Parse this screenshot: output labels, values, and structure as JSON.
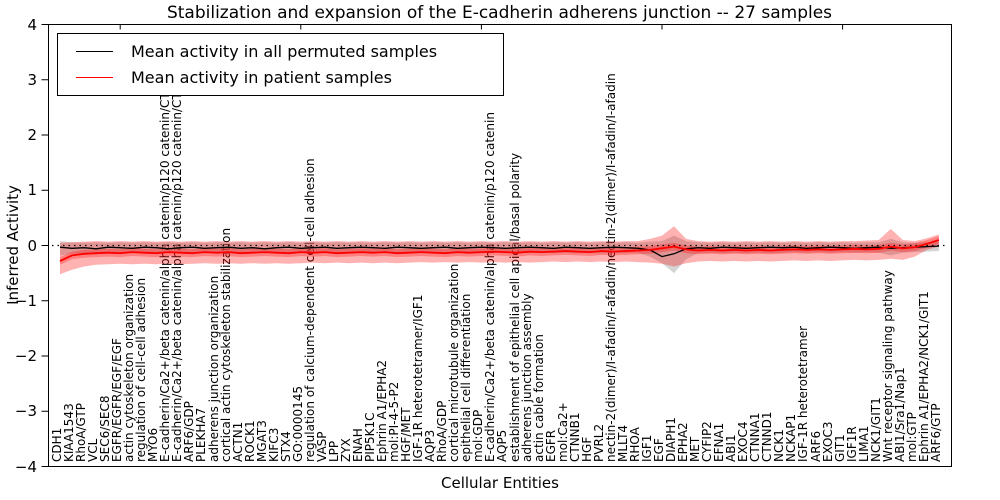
{
  "title": "Stabilization and expansion of the E-cadherin adherens junction -- 27 samples",
  "axes": {
    "ylabel": "Inferred Activity",
    "xlabel": "Cellular Entities",
    "yticks": [
      4,
      3,
      2,
      1,
      0,
      -1,
      -2,
      -3,
      -4
    ],
    "ylim": [
      -4,
      4
    ]
  },
  "legend": {
    "items": [
      {
        "label": "Mean activity in all permuted samples",
        "color": "#000000"
      },
      {
        "label": "Mean activity in patient samples",
        "color": "#ff0000"
      }
    ]
  },
  "chart_data": {
    "type": "line",
    "title": "Stabilization and expansion of the E-cadherin adherens junction -- 27 samples",
    "xlabel": "Cellular Entities",
    "ylabel": "Inferred Activity",
    "ylim": [
      -4,
      4
    ],
    "grid": false,
    "zero_line": true,
    "legend_position": "upper left",
    "categories": [
      "CDH1",
      "KIAA1543",
      "RhoA/GTP",
      "VCL",
      "SEC6/SEC8",
      "EGFR/EGFR/EGF/EGF",
      "actin cytoskeleton organization",
      "regulation of cell-cell adhesion",
      "MYO6",
      "E-cadherin/Ca2+/beta catenin/alpha catenin/p120 catenin/CTNNA1/JUP",
      "E-cadherin/Ca2+/beta catenin/alpha catenin/p120 catenin/CTNNA1/JUP",
      "ARF6/GDP",
      "PLEKHA7",
      "adherens junction organization",
      "cortical actin cytoskeleton stabilization",
      "ACTN1",
      "ROCK1",
      "MGAT3",
      "KIFC3",
      "STX4",
      "GO:0000145",
      "regulation of calcium-dependent cell-cell adhesion",
      "VASP",
      "LPP",
      "ZYX",
      "ENAH",
      "PIP5K1C",
      "Ephrin A1/EPHA2",
      "mol:PI-4-5-P2",
      "HGF/MET",
      "IGF-1R heterotetramer/IGF1",
      "AQP3",
      "RhoA/GDP",
      "cortical microtubule organization",
      "epithelial cell differentiation",
      "mol:GDP",
      "E-cadherin/Ca2+/beta catenin/alpha catenin/p120 catenin",
      "AQP5",
      "establishment of epithelial cell apical/basal polarity",
      "adherens junction assembly",
      "actin cable formation",
      "EGFR",
      "mol:Ca2+",
      "CTNNB1",
      "HGF",
      "PVRL2",
      "nectin-2(dimer)/I-afadin/I-afadin/nectin-2(dimer)/I-afadin/I-afadin",
      "MLLT4",
      "RHOA",
      "IGF1",
      "EGF",
      "DIAPH1",
      "EPHA2",
      "MET",
      "CYFIP2",
      "EFNA1",
      "ABI1",
      "EXOC4",
      "CTNNA1",
      "CTNND1",
      "NCK1",
      "NCKAP1",
      "IGF-1R heterotetramer",
      "ARF6",
      "EXOC3",
      "GIT1",
      "IGF1R",
      "LIMA1",
      "NCK1/GIT1",
      "Wnt receptor signaling pathway",
      "ABI1/Sra1/Nap1",
      "mol:GTP",
      "Ephrin A1/EPHA2/NCK1/GIT1",
      "ARF6/GTP"
    ],
    "series": [
      {
        "name": "Mean activity in all permuted samples",
        "color": "#000000",
        "values": [
          -0.03,
          -0.05,
          -0.04,
          -0.06,
          -0.03,
          -0.04,
          -0.05,
          -0.03,
          -0.04,
          -0.06,
          -0.04,
          -0.03,
          -0.05,
          -0.04,
          -0.03,
          -0.05,
          -0.04,
          -0.06,
          -0.04,
          -0.03,
          -0.05,
          -0.04,
          -0.03,
          -0.05,
          -0.04,
          -0.03,
          -0.04,
          -0.05,
          -0.03,
          -0.04,
          -0.05,
          -0.04,
          -0.03,
          -0.05,
          -0.04,
          -0.03,
          -0.04,
          -0.05,
          -0.04,
          -0.03,
          -0.04,
          -0.05,
          -0.03,
          -0.04,
          -0.05,
          -0.04,
          -0.03,
          -0.04,
          -0.05,
          -0.08,
          -0.2,
          -0.15,
          -0.06,
          -0.04,
          -0.05,
          -0.03,
          -0.04,
          -0.05,
          -0.04,
          -0.03,
          -0.04,
          -0.03,
          -0.05,
          -0.04,
          -0.03,
          -0.04,
          -0.05,
          -0.04,
          -0.03,
          -0.05,
          -0.04,
          -0.03,
          -0.02,
          -0.01
        ]
      },
      {
        "name": "Mean activity in patient samples",
        "color": "#ff0000",
        "values": [
          -0.28,
          -0.18,
          -0.15,
          -0.14,
          -0.13,
          -0.14,
          -0.12,
          -0.13,
          -0.14,
          -0.12,
          -0.13,
          -0.14,
          -0.12,
          -0.13,
          -0.12,
          -0.14,
          -0.13,
          -0.12,
          -0.13,
          -0.14,
          -0.12,
          -0.13,
          -0.12,
          -0.14,
          -0.13,
          -0.12,
          -0.13,
          -0.12,
          -0.14,
          -0.13,
          -0.12,
          -0.13,
          -0.14,
          -0.12,
          -0.13,
          -0.12,
          -0.11,
          -0.12,
          -0.13,
          -0.11,
          -0.12,
          -0.11,
          -0.1,
          -0.11,
          -0.12,
          -0.1,
          -0.11,
          -0.1,
          -0.09,
          -0.08,
          -0.05,
          -0.02,
          -0.07,
          -0.09,
          -0.08,
          -0.09,
          -0.08,
          -0.09,
          -0.08,
          -0.09,
          -0.08,
          -0.07,
          -0.08,
          -0.07,
          -0.08,
          -0.07,
          -0.06,
          -0.07,
          -0.06,
          -0.02,
          -0.05,
          -0.03,
          0.03,
          0.1
        ]
      }
    ],
    "bands": [
      {
        "name": "permuted samples range",
        "color": "#aaaaaa",
        "opacity": 0.5,
        "upper": [
          0.08,
          0.06,
          0.05,
          0.06,
          0.05,
          0.06,
          0.05,
          0.06,
          0.05,
          0.06,
          0.05,
          0.06,
          0.05,
          0.06,
          0.05,
          0.06,
          0.05,
          0.06,
          0.05,
          0.06,
          0.05,
          0.06,
          0.05,
          0.06,
          0.05,
          0.06,
          0.05,
          0.06,
          0.05,
          0.06,
          0.05,
          0.06,
          0.05,
          0.06,
          0.05,
          0.06,
          0.05,
          0.06,
          0.05,
          0.06,
          0.05,
          0.06,
          0.05,
          0.06,
          0.05,
          0.06,
          0.05,
          0.06,
          0.05,
          0.07,
          0.08,
          0.18,
          0.08,
          0.06,
          0.05,
          0.06,
          0.05,
          0.06,
          0.05,
          0.06,
          0.05,
          0.06,
          0.05,
          0.06,
          0.05,
          0.06,
          0.05,
          0.06,
          0.06,
          0.12,
          0.06,
          0.05,
          0.06,
          0.07
        ],
        "lower": [
          -0.18,
          -0.15,
          -0.14,
          -0.15,
          -0.13,
          -0.14,
          -0.13,
          -0.14,
          -0.13,
          -0.14,
          -0.13,
          -0.14,
          -0.13,
          -0.14,
          -0.13,
          -0.14,
          -0.13,
          -0.14,
          -0.13,
          -0.14,
          -0.13,
          -0.14,
          -0.13,
          -0.14,
          -0.13,
          -0.14,
          -0.13,
          -0.14,
          -0.13,
          -0.14,
          -0.13,
          -0.14,
          -0.13,
          -0.14,
          -0.13,
          -0.14,
          -0.13,
          -0.14,
          -0.13,
          -0.14,
          -0.13,
          -0.14,
          -0.13,
          -0.14,
          -0.13,
          -0.14,
          -0.13,
          -0.14,
          -0.13,
          -0.2,
          -0.32,
          -0.5,
          -0.25,
          -0.14,
          -0.13,
          -0.14,
          -0.13,
          -0.14,
          -0.13,
          -0.14,
          -0.13,
          -0.12,
          -0.13,
          -0.12,
          -0.13,
          -0.12,
          -0.13,
          -0.12,
          -0.13,
          -0.18,
          -0.13,
          -0.12,
          -0.11,
          -0.1
        ]
      },
      {
        "name": "patient samples range",
        "color": "#ff0000",
        "opacity": 0.3,
        "upper": [
          0.05,
          0.06,
          0.07,
          0.08,
          0.07,
          0.08,
          0.07,
          0.08,
          0.07,
          0.08,
          0.07,
          0.08,
          0.07,
          0.08,
          0.07,
          0.08,
          0.07,
          0.08,
          0.07,
          0.08,
          0.07,
          0.08,
          0.07,
          0.08,
          0.07,
          0.08,
          0.07,
          0.08,
          0.07,
          0.08,
          0.07,
          0.08,
          0.07,
          0.08,
          0.07,
          0.08,
          0.07,
          0.08,
          0.07,
          0.08,
          0.07,
          0.08,
          0.07,
          0.08,
          0.07,
          0.08,
          0.07,
          0.08,
          0.08,
          0.12,
          0.18,
          0.35,
          0.12,
          0.08,
          0.07,
          0.08,
          0.07,
          0.08,
          0.07,
          0.08,
          0.07,
          0.08,
          0.07,
          0.08,
          0.07,
          0.08,
          0.08,
          0.09,
          0.1,
          0.3,
          0.1,
          0.08,
          0.13,
          0.2
        ],
        "lower": [
          -0.52,
          -0.44,
          -0.38,
          -0.35,
          -0.34,
          -0.33,
          -0.34,
          -0.33,
          -0.34,
          -0.33,
          -0.34,
          -0.33,
          -0.32,
          -0.33,
          -0.32,
          -0.33,
          -0.32,
          -0.33,
          -0.32,
          -0.33,
          -0.32,
          -0.31,
          -0.32,
          -0.31,
          -0.32,
          -0.31,
          -0.32,
          -0.31,
          -0.32,
          -0.31,
          -0.3,
          -0.31,
          -0.3,
          -0.31,
          -0.3,
          -0.31,
          -0.3,
          -0.31,
          -0.3,
          -0.31,
          -0.3,
          -0.29,
          -0.3,
          -0.29,
          -0.3,
          -0.29,
          -0.3,
          -0.29,
          -0.3,
          -0.31,
          -0.33,
          -0.38,
          -0.32,
          -0.29,
          -0.28,
          -0.29,
          -0.28,
          -0.29,
          -0.28,
          -0.29,
          -0.28,
          -0.27,
          -0.28,
          -0.27,
          -0.28,
          -0.27,
          -0.26,
          -0.27,
          -0.26,
          -0.24,
          -0.26,
          -0.2,
          -0.08,
          -0.02
        ]
      }
    ],
    "inner_band_halfwidth": 0.07
  }
}
